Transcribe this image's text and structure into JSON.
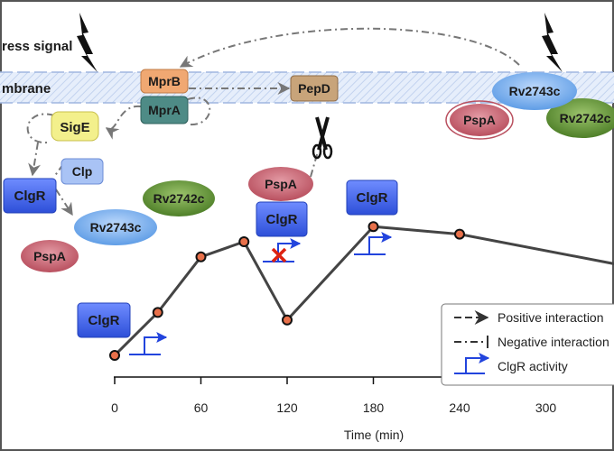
{
  "labels": {
    "stress_signal": "ress signal",
    "membrane": "mbrane"
  },
  "proteins": {
    "mprb": "MprB",
    "mpra": "MprA",
    "pepd": "PepD",
    "sige": "SigE",
    "clp": "Clp",
    "clgr_left": "ClgR",
    "rv2743c_left": "Rv2743c",
    "pspa_left": "PspA",
    "rv2742c_mid": "Rv2742c",
    "pspa_mid": "PspA",
    "clgr_mid": "ClgR",
    "clgr_start": "ClgR",
    "clgr_180": "ClgR",
    "rv2743c_right": "Rv2743c",
    "pspa_right": "PspA",
    "rv2742c_right": "Rv2742c"
  },
  "legend": {
    "positive": "Positive interaction",
    "negative": "Negative interaction",
    "activity": "ClgR activity"
  },
  "axis": {
    "xlabel": "Time (min)",
    "ticks": [
      "0",
      "60",
      "120",
      "180",
      "240",
      "300"
    ]
  },
  "chart_data": {
    "type": "line",
    "xlabel": "Time (min)",
    "x": [
      0,
      30,
      60,
      90,
      120,
      180,
      240,
      350
    ],
    "y": [
      0.0,
      0.17,
      0.39,
      0.45,
      0.14,
      0.51,
      0.48,
      0.36
    ],
    "xlim": [
      0,
      350
    ],
    "series": [
      {
        "values": [
          0.0,
          0.17,
          0.39,
          0.45,
          0.14,
          0.51,
          0.48,
          0.36
        ]
      }
    ],
    "line_color": "#444444",
    "marker_fill": "#e8704a",
    "marker_edge": "#111111"
  },
  "colors": {
    "membrane": "#dfe8f8",
    "clgr": "#3f62e8",
    "rv2743c": "#7fb3ec",
    "pspa": "#c96b78",
    "rv2742c": "#6a9d3c",
    "sige": "#f3f08c",
    "mprb": "#f0a872",
    "mpra": "#4e8b86",
    "pepd": "#c8a47a",
    "clp": "#a9c3f5",
    "promoter": "#2244dd",
    "inhibit": "#dd2211"
  }
}
